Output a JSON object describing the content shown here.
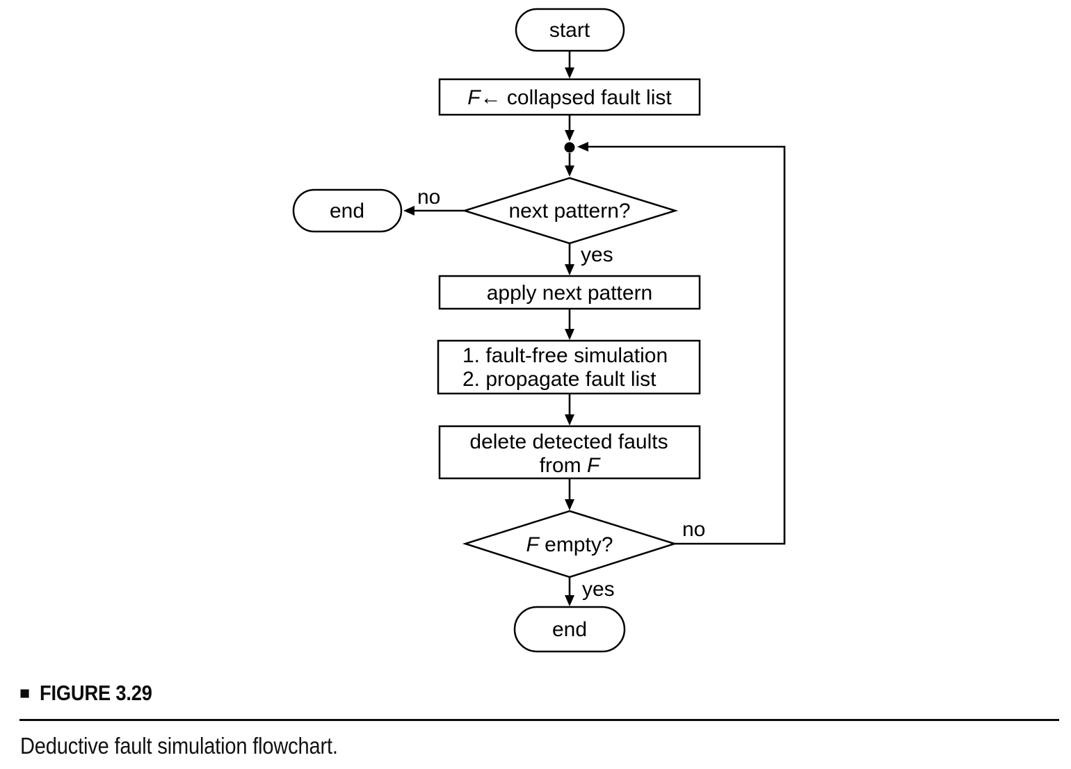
{
  "flowchart": {
    "start": {
      "label": "start"
    },
    "init_box": {
      "var": "F",
      "rest": "← collapsed fault list"
    },
    "decision_next_pattern": {
      "label": "next pattern?"
    },
    "end_left": {
      "label": "end"
    },
    "apply_box": {
      "label": "apply next pattern"
    },
    "sim_box": {
      "line1": "1. fault-free simulation",
      "line2": "2. propagate fault list"
    },
    "delete_box": {
      "line1": "delete detected faults",
      "line2_prefix": "from ",
      "var": "F"
    },
    "decision_f_empty": {
      "var": "F",
      "rest": " empty?"
    },
    "end_bottom": {
      "label": "end"
    },
    "edge_labels": {
      "no_next_pattern": "no",
      "yes_next_pattern": "yes",
      "no_f_empty": "no",
      "yes_f_empty": "yes"
    }
  },
  "caption": {
    "bullet": "■",
    "figure_label": "FIGURE 3.29",
    "text": "Deductive fault simulation flowchart."
  },
  "colors": {
    "ink": "#000000",
    "background": "#ffffff"
  }
}
